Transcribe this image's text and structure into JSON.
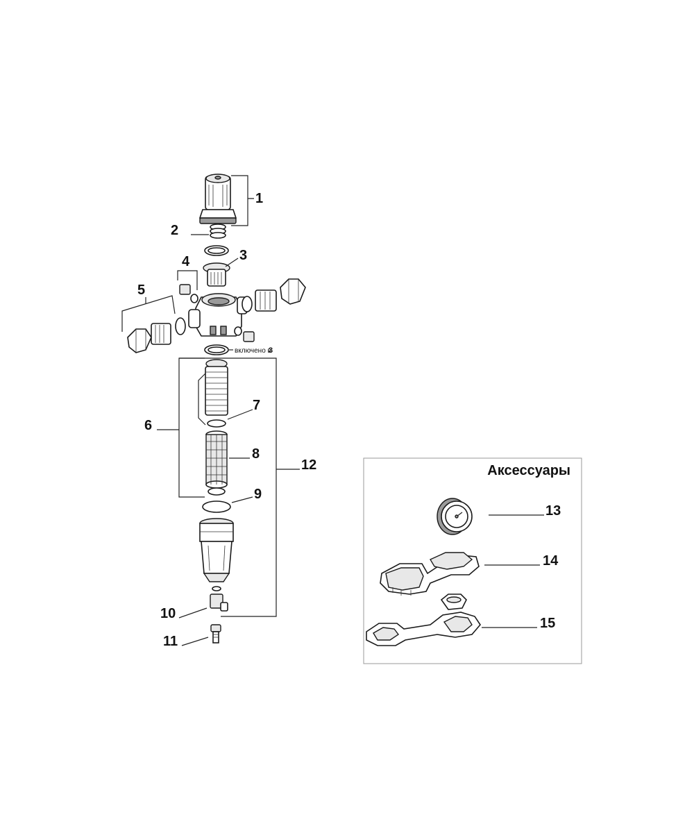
{
  "callouts": {
    "c1": "1",
    "c2": "2",
    "c3": "3",
    "c4": "4",
    "c5": "5",
    "c6": "6",
    "c7": "7",
    "c8": "8",
    "c9": "9",
    "c10": "10",
    "c11": "11",
    "c12": "12",
    "c13": "13",
    "c14": "14",
    "c15": "15"
  },
  "note": {
    "text": "включено в",
    "ref": "3"
  },
  "accessories": {
    "title": "Аксессуары"
  }
}
